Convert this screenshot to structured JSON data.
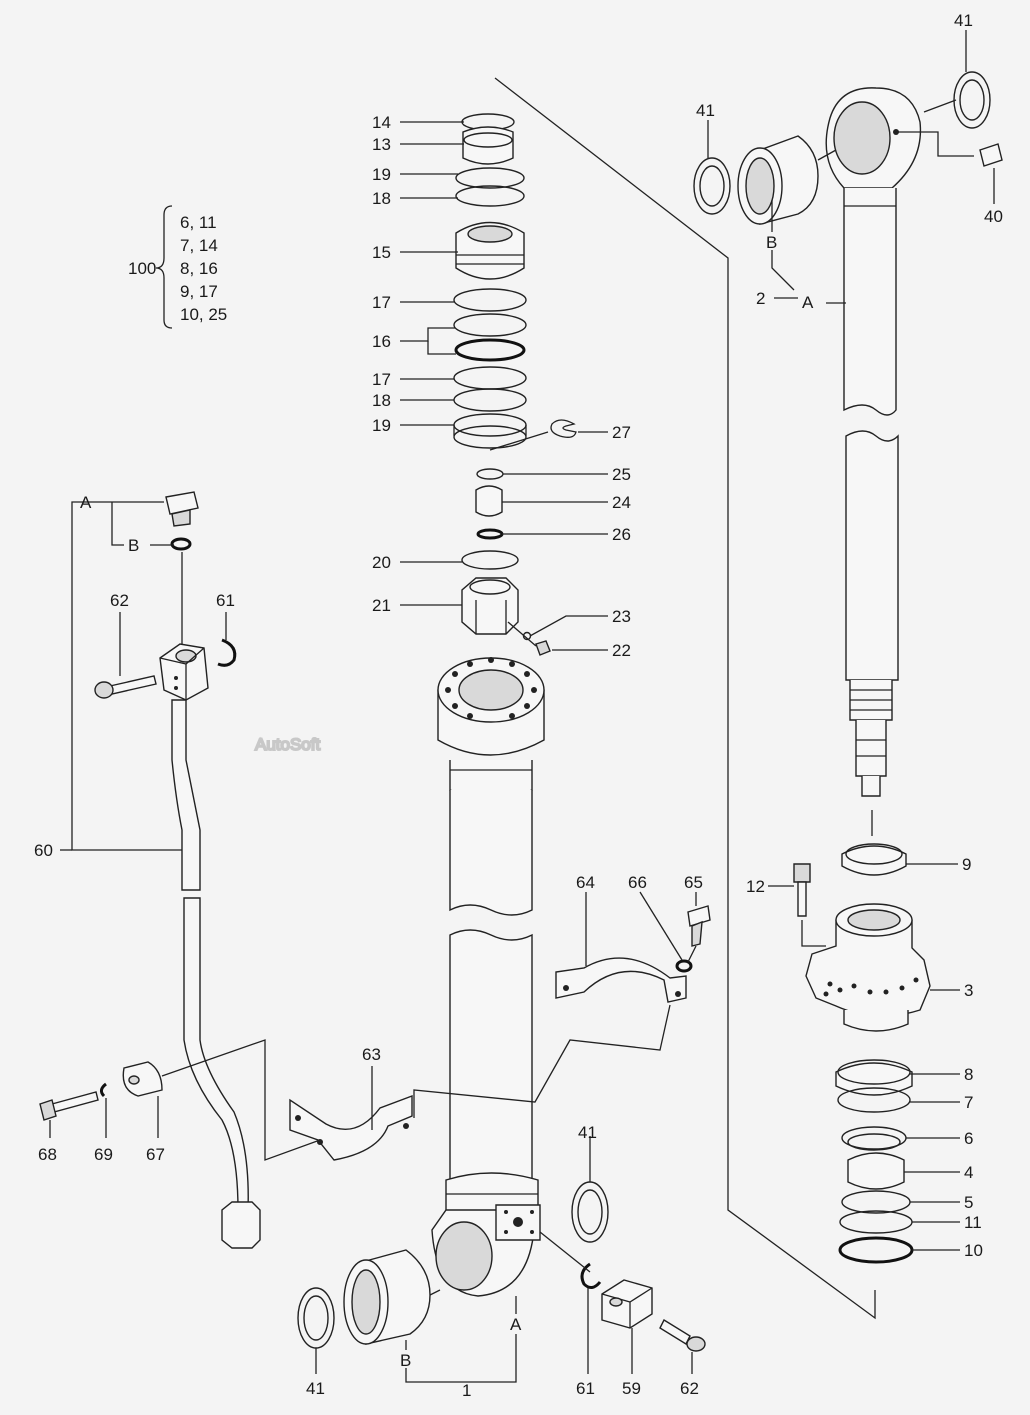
{
  "watermark": "AutoSoft",
  "kit": {
    "label": "100",
    "items": [
      "6, 11",
      "7, 14",
      "8, 16",
      "9, 17",
      "10, 25"
    ]
  },
  "callouts": {
    "c14": "14",
    "c13": "13",
    "c19a": "19",
    "c18a": "18",
    "c15": "15",
    "c17a": "17",
    "c16": "16",
    "c17b": "17",
    "c18b": "18",
    "c19b": "19",
    "c27": "27",
    "c25": "25",
    "c24": "24",
    "c26": "26",
    "c20": "20",
    "c21": "21",
    "c23": "23",
    "c22": "22",
    "c41a": "41",
    "c41b": "41",
    "c41c": "41",
    "c41d": "41",
    "c40": "40",
    "cB1": "B",
    "c2": "2",
    "cA1": "A",
    "c9": "9",
    "c12": "12",
    "c3": "3",
    "c8": "8",
    "c7": "7",
    "c6": "6",
    "c4": "4",
    "c5": "5",
    "c11": "11",
    "c10": "10",
    "cA2": "A",
    "cB2": "B",
    "c62a": "62",
    "c61a": "61",
    "c60": "60",
    "c64": "64",
    "c66": "66",
    "c65": "65",
    "c63": "63",
    "c68": "68",
    "c69": "69",
    "c67": "67",
    "cA3": "A",
    "cB3": "B",
    "c1": "1",
    "c61b": "61",
    "c59": "59",
    "c62b": "62"
  }
}
